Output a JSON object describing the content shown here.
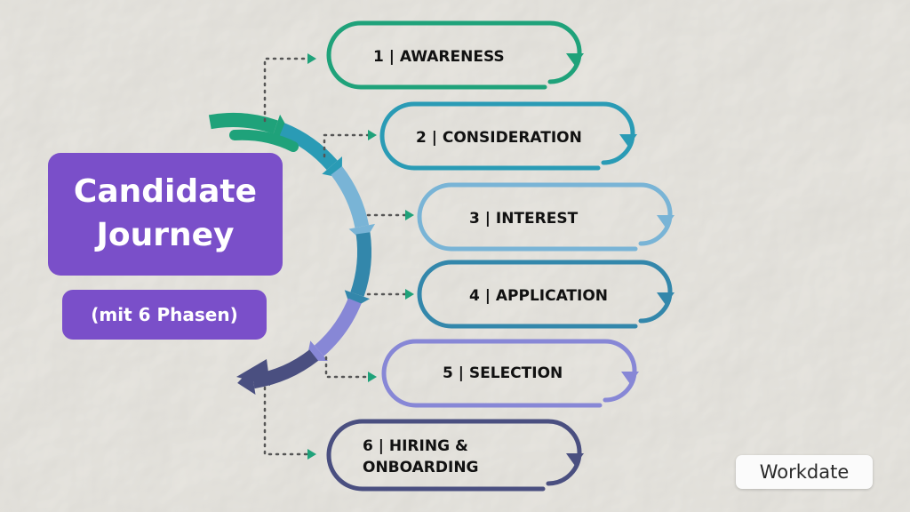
{
  "title": {
    "line1": "Candidate",
    "line2": "Journey"
  },
  "subtitle": "(mit 6 Phasen)",
  "phases": [
    {
      "label": "1 | AWARENESS",
      "color": "#1fa27a"
    },
    {
      "label": "2 | CONSIDERATION",
      "color": "#2a9bb5"
    },
    {
      "label": "3 | INTEREST",
      "color": "#79b4d6"
    },
    {
      "label": "4 | APPLICATION",
      "color": "#3387ab"
    },
    {
      "label": "5 | SELECTION",
      "color": "#8787d6"
    },
    {
      "label": "6 | HIRING &\nONBOARDING",
      "color": "#4a4f80"
    }
  ],
  "arc_colors": [
    "#1fa27a",
    "#2a9bb5",
    "#79b4d6",
    "#3387ab",
    "#8787d6",
    "#4a4f80"
  ],
  "logo_text": "Workdate"
}
